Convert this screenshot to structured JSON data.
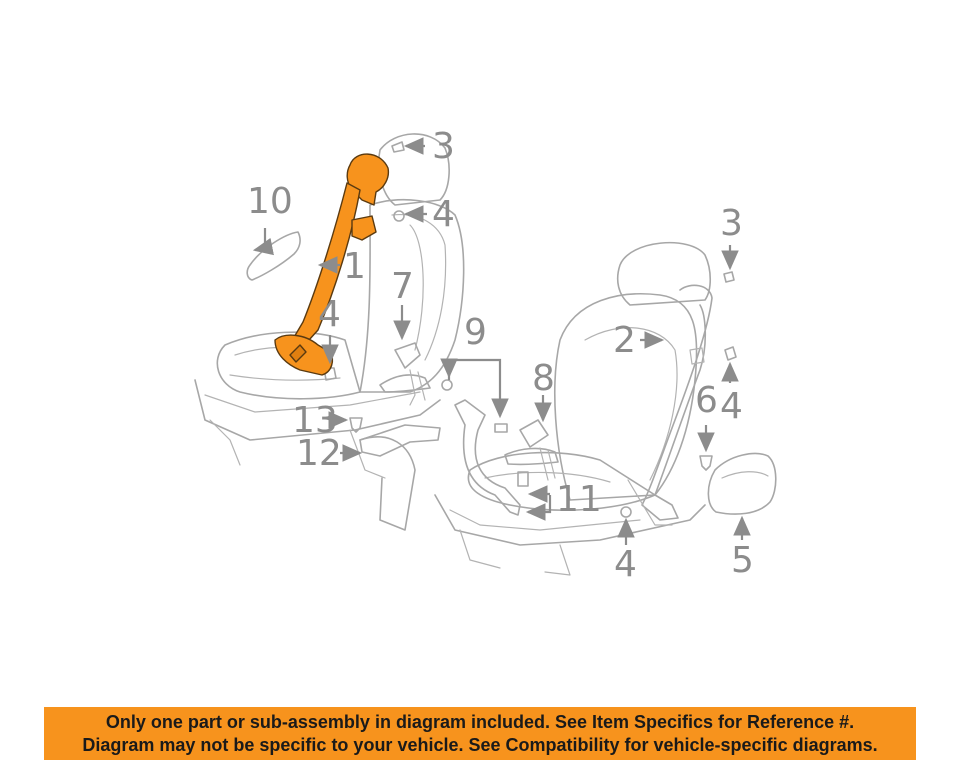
{
  "diagram": {
    "highlight_color": "#f7931d",
    "line_color": "#a7a7a7",
    "callout_color": "#8c8c8c",
    "callouts": {
      "c1": "1",
      "c2": "2",
      "c3a": "3",
      "c3b": "3",
      "c4a": "4",
      "c4b": "4",
      "c4c": "4",
      "c4d": "4",
      "c5": "5",
      "c6": "6",
      "c7": "7",
      "c8": "8",
      "c9": "9",
      "c10": "10",
      "c11": "11",
      "c12": "12",
      "c13": "13"
    }
  },
  "disclaimer": {
    "line1": "Only one part or sub-assembly in diagram included. See Item Specifics for Reference #.",
    "line2": "Diagram may not be specific to your vehicle. See Compatibility for vehicle-specific diagrams."
  }
}
